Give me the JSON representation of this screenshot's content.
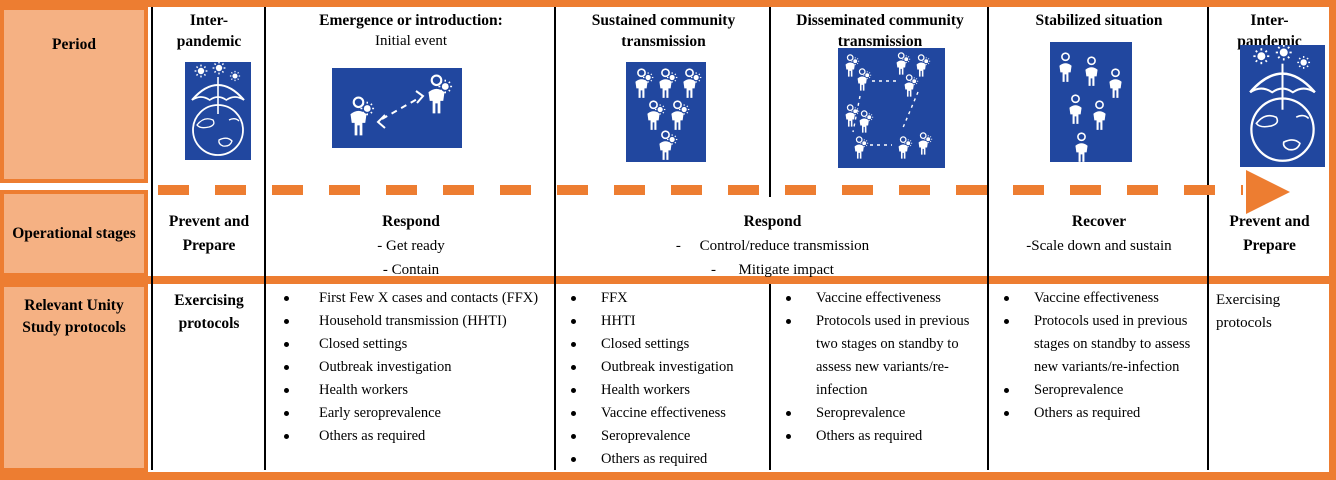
{
  "colors": {
    "orange_fill": "#f5b183",
    "orange_border": "#ed7d31",
    "blue": "#21479f",
    "black": "#000000",
    "white": "#ffffff"
  },
  "row_labels": {
    "period": "Period",
    "stages": "Operational stages",
    "protocols": "Relevant Unity Study protocols"
  },
  "periods": [
    {
      "title": "Inter-\npandemic",
      "subtitle": "",
      "icon": "umbrella-globe-virus-icon"
    },
    {
      "title": "Emergence or introduction:",
      "subtitle": "Initial event",
      "icon": "person-to-person-transmission-icon"
    },
    {
      "title": "Sustained community transmission",
      "subtitle": "",
      "icon": "infected-group-icon"
    },
    {
      "title": "Disseminated community transmission",
      "subtitle": "",
      "icon": "infected-clusters-linked-icon"
    },
    {
      "title": "Stabilized situation",
      "subtitle": "",
      "icon": "healthy-group-icon"
    },
    {
      "title": "Inter-\npandemic",
      "subtitle": "",
      "icon": "umbrella-globe-virus-icon"
    }
  ],
  "stages": [
    {
      "bold": "Prevent and Prepare",
      "lines": []
    },
    {
      "bold": "Respond",
      "lines": [
        "- Get ready",
        "- Contain"
      ]
    },
    {
      "bold": "Respond",
      "lines": [
        "-     Control/reduce transmission",
        "-      Mitigate impact"
      ]
    },
    {
      "bold": "Recover",
      "lines": [
        "-Scale down and sustain"
      ]
    },
    {
      "bold": "Prevent and Prepare",
      "lines": []
    }
  ],
  "protocols": {
    "exercising_bold": "Exercising protocols",
    "emergence": [
      "First Few X cases and contacts (FFX)",
      "Household transmission (HHTI)",
      "Closed settings",
      "Outbreak investigation",
      "Health workers",
      "Early seroprevalence",
      "Others as required"
    ],
    "sustained": [
      "FFX",
      "HHTI",
      "Closed settings",
      "Outbreak investigation",
      "Health workers",
      "Vaccine effectiveness",
      "Seroprevalence",
      "Others as required"
    ],
    "disseminated": [
      "Vaccine effectiveness",
      "Protocols used in previous two stages on standby to assess new variants/re-infection",
      "Seroprevalence",
      "Others as required"
    ],
    "stabilized": [
      "Vaccine effectiveness",
      "Protocols used in previous stages on standby to assess new variants/re-infection",
      "Seroprevalence",
      "Others as required"
    ],
    "exercising_plain": "Exercising protocols"
  }
}
